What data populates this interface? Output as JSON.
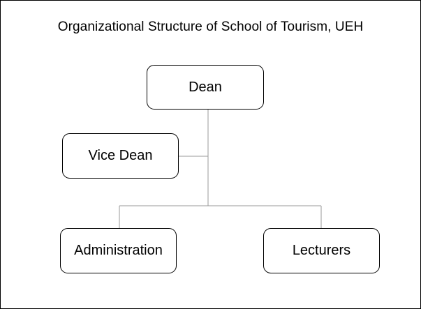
{
  "diagram": {
    "title": "Organizational Structure of School of Tourism, UEH",
    "nodes": {
      "dean": "Dean",
      "vice_dean": "Vice Dean",
      "administration": "Administration",
      "lecturers": "Lecturers"
    },
    "edges": [
      [
        "dean",
        "vice_dean"
      ],
      [
        "dean",
        "administration"
      ],
      [
        "dean",
        "lecturers"
      ]
    ],
    "colors": {
      "line": "#999999",
      "border": "#000000",
      "background": "#ffffff"
    }
  }
}
